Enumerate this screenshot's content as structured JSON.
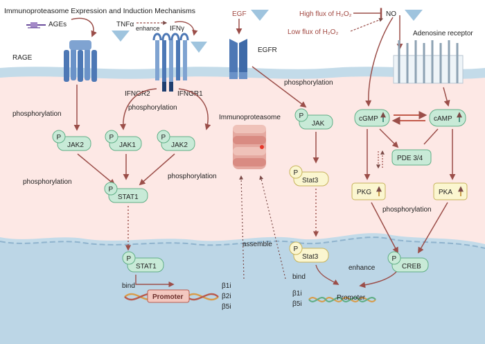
{
  "title": "Immunoproteasome Expression and Induction Mechanisms",
  "colors": {
    "extracellular": "#ffffff",
    "membrane_band": "#c3dbe9",
    "cytoplasm": "#fde8e5",
    "nucleus": "#bcd6e6",
    "arrow": "#9b4e49",
    "node_green": "#c8ead7",
    "node_green_border": "#5fae86",
    "node_yellow": "#fbf6d0",
    "node_yellow_border": "#c7b35a",
    "receptor_blue": "#4d78b5",
    "cone_blue": "#9fc4de"
  },
  "labels": {
    "ages": "AGEs",
    "rage": "RAGE",
    "tnfa": "TNFα",
    "enhance1": "enhance",
    "ifng": "IFNγ",
    "ifngr2": "IFNGR2",
    "ifngr1": "IFNGR1",
    "egf": "EGF",
    "egfr": "EGFR",
    "high_flux": "High flux of H₂O₂",
    "low_flux": "Low flux of H₂O₂",
    "no": "NO",
    "adenosine_receptor": "Adenosine receptor",
    "phos_left": "phosphorylation",
    "phos_mid_top": "phosphorylation",
    "phos_left_low": "phosphorylation",
    "phos_mid_low": "phosphorylation",
    "phos_egfr": "phosphorylation",
    "phos_right": "phosphorylation",
    "immunoproteasome": "Immunoproteasome",
    "assemble": "assemble",
    "bind_left": "bind",
    "bind_right": "bind",
    "enhance2": "enhance",
    "promoter_left": "Promoter",
    "promoter_right": "Promoter",
    "subunits_left": [
      "β1i",
      "β2i",
      "β5i"
    ],
    "subunits_right": [
      "β1i",
      "β5i"
    ]
  },
  "nodes": {
    "p": "P",
    "jak2_left": "JAK2",
    "jak1": "JAK1",
    "jak2_mid": "JAK2",
    "stat1": "STAT1",
    "stat1_nuc": "STAT1",
    "jak_egfr": "JAK",
    "stat3": "Stat3",
    "stat3_nuc": "Stat3",
    "cgmp": "cGMP",
    "camp": "cAMP",
    "pde": "PDE 3/4",
    "pkg": "PKG",
    "pka": "PKA",
    "creb": "CREB"
  },
  "icons": {
    "ligand": "cone-ligand-icon",
    "up_arrow": "up-arrow-icon",
    "inhibit": "inhibition-bar-icon"
  }
}
